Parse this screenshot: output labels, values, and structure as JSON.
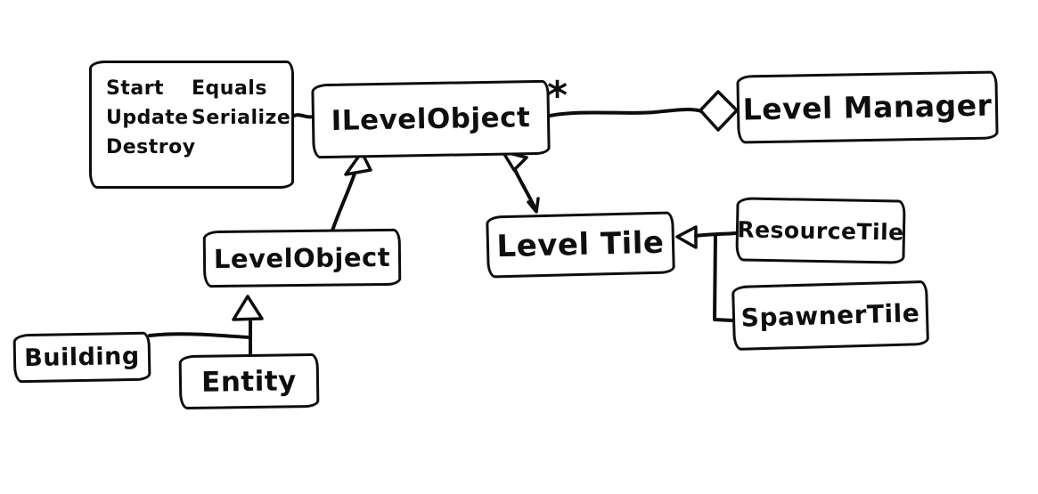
{
  "canvas": {
    "background": "#ffffff",
    "ink": "#0d0d0d"
  },
  "nodes": {
    "interface_note": {
      "rows": [
        [
          "Start",
          "Equals"
        ],
        [
          "Update",
          "Serialize"
        ],
        [
          "Destroy",
          ""
        ]
      ]
    },
    "ilevel_object": {
      "label": "ILevelObject"
    },
    "level_manager": {
      "label": "Level Manager"
    },
    "level_object": {
      "label": "LevelObject"
    },
    "level_tile": {
      "label": "Level Tile"
    },
    "resource_tile": {
      "label": "ResourceTile"
    },
    "spawner_tile": {
      "label": "SpawnerTile"
    },
    "building": {
      "label": "Building"
    },
    "entity": {
      "label": "Entity"
    }
  },
  "relationships": {
    "aggregation": {
      "type": "aggregation",
      "from": "ILevelObject",
      "to": "Level Manager",
      "multiplicity": "*"
    },
    "inheritance": [
      {
        "child": "LevelObject",
        "parent": "ILevelObject"
      },
      {
        "child": "Level Tile",
        "parent": "ILevelObject"
      },
      {
        "child": "ResourceTile",
        "parent": "Level Tile"
      },
      {
        "child": "SpawnerTile",
        "parent": "Level Tile"
      },
      {
        "child": "Building",
        "parent": "LevelObject"
      },
      {
        "child": "Entity",
        "parent": "LevelObject"
      }
    ]
  }
}
